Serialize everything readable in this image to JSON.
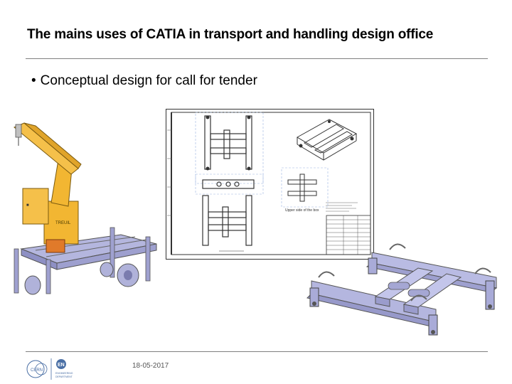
{
  "slide": {
    "title": "The mains uses of CATIA in transport and handling design office",
    "bullet": "Conceptual design for call for tender",
    "bullet_marker": "•"
  },
  "images": {
    "crane_cart": {
      "icon": "crane-cart-3d-model",
      "crane_label": "TREUIL"
    },
    "drawing": {
      "icon": "technical-drawing-sheet",
      "note": "Upper side of the box"
    },
    "frame_model": {
      "icon": "steel-frame-3d-model"
    }
  },
  "footer": {
    "date": "18-05-2017",
    "logo_left": {
      "icon": "cern-logo",
      "text": "CERN"
    },
    "logo_right": {
      "icon": "en-department-logo",
      "text": "EN",
      "caption_1": "ENGINEERING",
      "caption_2": "DEPARTMENT"
    }
  },
  "colors": {
    "rule": "#7f7f7f",
    "crane": "#f2b632",
    "steel": "#a7a9d6",
    "line": "#333333"
  }
}
